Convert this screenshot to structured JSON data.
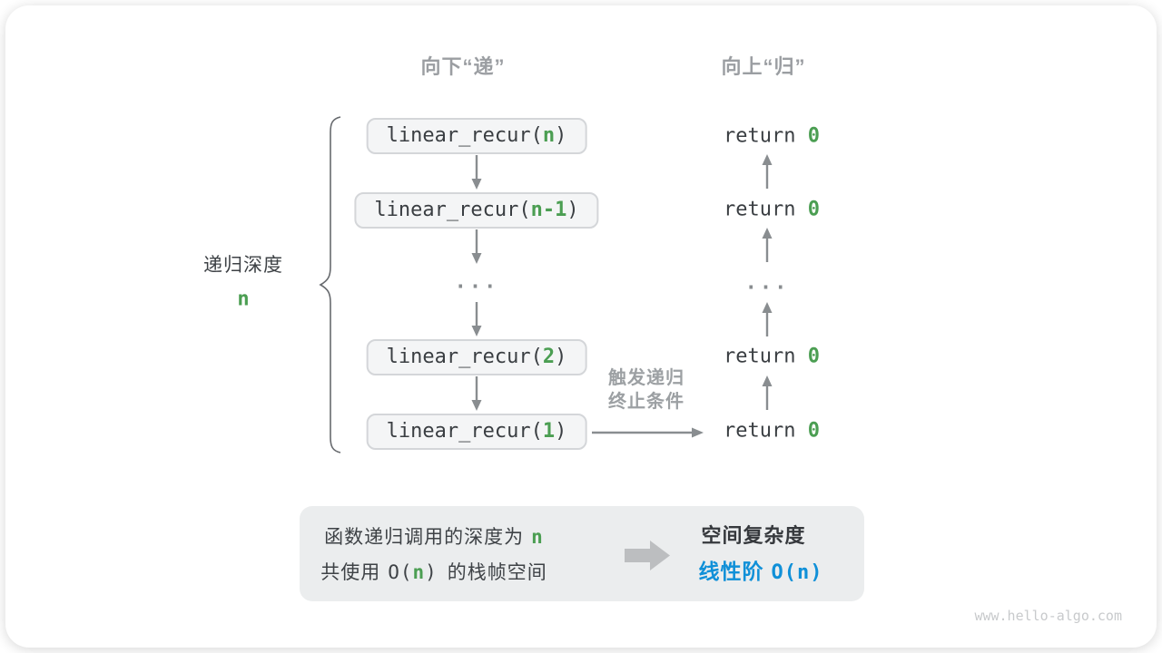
{
  "titles": {
    "descend": "向下“递”",
    "ascend": "向上“归”"
  },
  "depth_label": {
    "text": "递归深度",
    "var": "n"
  },
  "stack": {
    "frames": [
      {
        "pre": "linear_recur(",
        "arg": "n",
        "post": ")"
      },
      {
        "pre": "linear_recur(",
        "arg": "n-1",
        "post": ")"
      },
      {
        "pre": "linear_recur(",
        "arg": "2",
        "post": ")"
      },
      {
        "pre": "linear_recur(",
        "arg": "1",
        "post": ")"
      }
    ],
    "ellipsis": "..."
  },
  "returns": {
    "keyword": "return",
    "value": "0",
    "ellipsis": "..."
  },
  "trigger": {
    "line1": "触发递归",
    "line2": "终止条件"
  },
  "summary": {
    "line1_text": "函数递归调用的深度为",
    "line1_var": "n",
    "line2_seg1": "共使用",
    "line2_seg2": "O(",
    "line2_var": "n",
    "line2_seg3": ")",
    "line2_seg4": "的栈帧空间",
    "right_title": "空间复杂度",
    "result_label": "线性阶",
    "result_big_o": "O(n)"
  },
  "watermark": "www.hello-algo.com",
  "colors": {
    "accent_green": "#4b9e52",
    "accent_blue": "#1090d8",
    "gray_label": "#9b9ea2",
    "box_fill": "#f4f5f6"
  }
}
